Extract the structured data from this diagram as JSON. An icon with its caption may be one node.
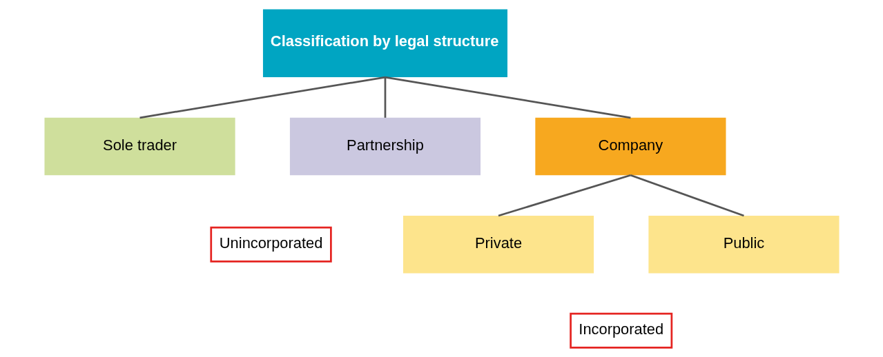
{
  "diagram": {
    "nodes": [
      {
        "text": [
          "Classification by legal structure"
        ]
      },
      {
        "text": [
          "Sole trader"
        ]
      },
      {
        "text": [
          "Partnership"
        ]
      },
      {
        "text": [
          "Company"
        ]
      },
      {
        "text": [
          "Private"
        ]
      },
      {
        "text": [
          "Public"
        ]
      }
    ],
    "edges": [
      {
        "from": 0,
        "to": 1,
        "arrow": "none"
      },
      {
        "from": 0,
        "to": 2,
        "arrow": "none"
      },
      {
        "from": 0,
        "to": 3,
        "arrow": "none"
      },
      {
        "from": 3,
        "to": 4,
        "arrow": "none"
      },
      {
        "from": 3,
        "to": 5,
        "arrow": "none"
      }
    ],
    "labels": [
      "Unincorporated",
      "Incorporated"
    ]
  }
}
